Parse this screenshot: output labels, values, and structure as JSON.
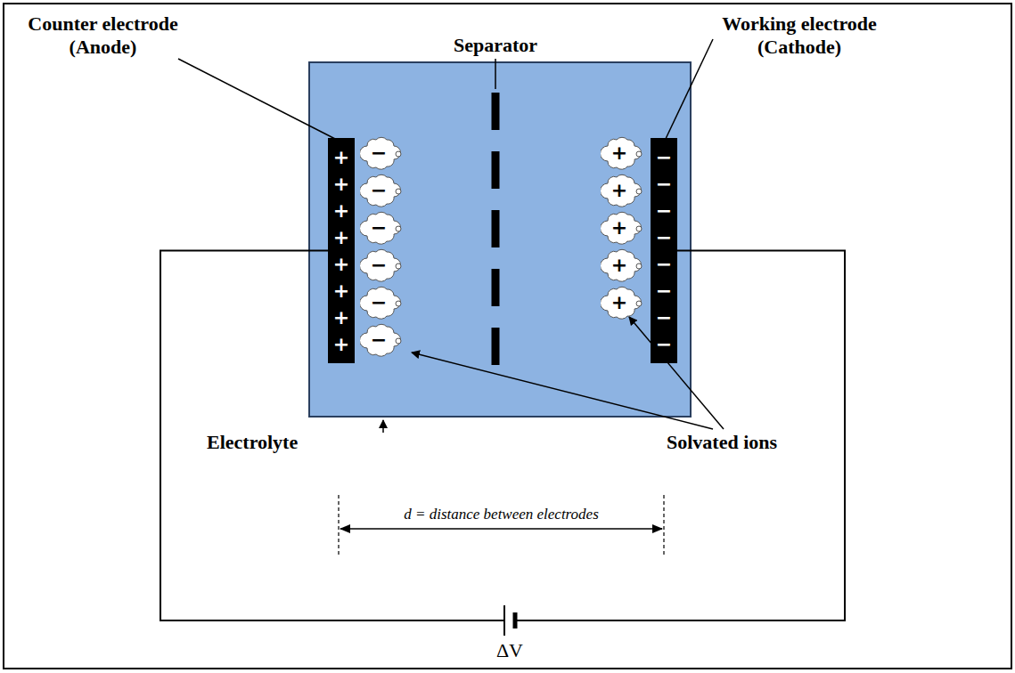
{
  "diagram": {
    "nodes": [
      {
        "text": [
          "+ + + + + + + +"
        ]
      },
      {
        "text": [
          "−"
        ]
      },
      {
        "text": [
          "−"
        ]
      },
      {
        "text": [
          "−"
        ]
      },
      {
        "text": [
          "−"
        ]
      },
      {
        "text": [
          "−"
        ]
      },
      {
        "text": [
          "−"
        ]
      },
      {
        "text": [
          "+"
        ]
      },
      {
        "text": [
          "+"
        ]
      },
      {
        "text": [
          "+"
        ]
      },
      {
        "text": [
          "+"
        ]
      },
      {
        "text": [
          "+"
        ]
      },
      {
        "text": [
          "− − − − − − − −"
        ]
      }
    ],
    "edges": [
      {
        "from": 0,
        "to": 12,
        "arrow": "none"
      }
    ],
    "labels": [
      "Separator",
      "Counter electrode (Anode)",
      "Working electrode (Cathode)",
      "Electrolyte",
      "Solvated ions",
      "d = distance between electrodes",
      "ΔV"
    ]
  }
}
